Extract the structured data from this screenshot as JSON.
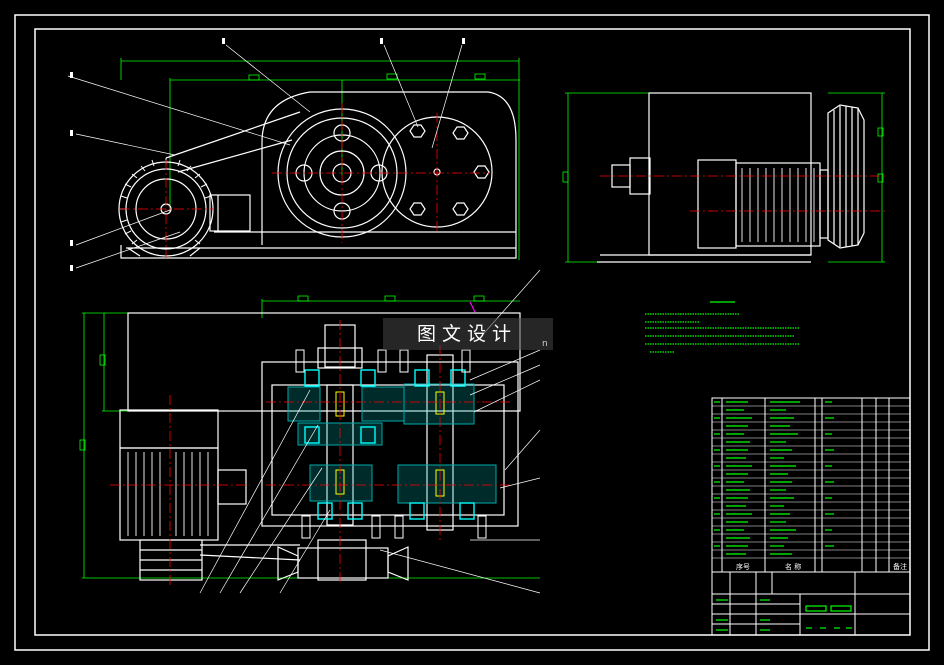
{
  "watermark": {
    "text": "图文设计",
    "suffix": "n"
  },
  "colors": {
    "background": "#000000",
    "outline": "#ffffff",
    "dimension": "#00ff00",
    "centerline": "#ff0000",
    "bearing": "#00ffff",
    "accent": "#ff00ff",
    "section_fill": "#00aaaa"
  },
  "title_block_columns": [
    "序号",
    "名 称",
    "备注"
  ]
}
